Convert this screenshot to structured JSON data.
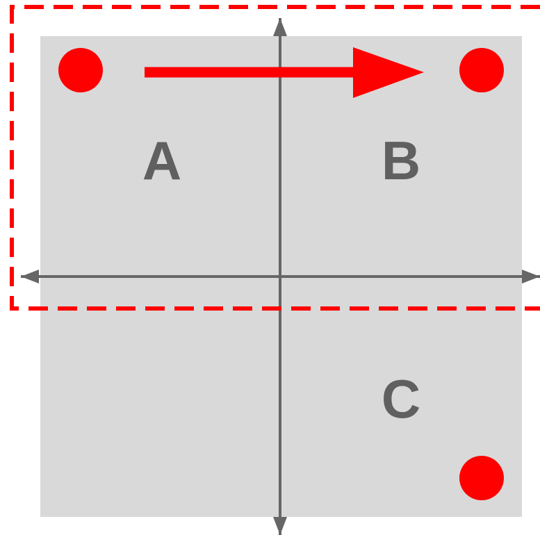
{
  "diagram": {
    "quadrant_labels": {
      "a": "A",
      "b": "B",
      "c": "C"
    },
    "colors": {
      "panel": "#d9d9d9",
      "axis": "#666666",
      "label": "#606060",
      "highlight": "#ff0000",
      "background": "#ffffff"
    },
    "points": [
      {
        "name": "point-a",
        "quadrant": "top-left"
      },
      {
        "name": "point-b",
        "quadrant": "top-right"
      },
      {
        "name": "point-c",
        "quadrant": "bottom-right"
      }
    ],
    "arrow": {
      "from": "A",
      "to": "B",
      "color": "#ff0000"
    },
    "dashed_region": {
      "covers": [
        "A",
        "B"
      ],
      "style": "dashed",
      "color": "#ff0000"
    }
  }
}
